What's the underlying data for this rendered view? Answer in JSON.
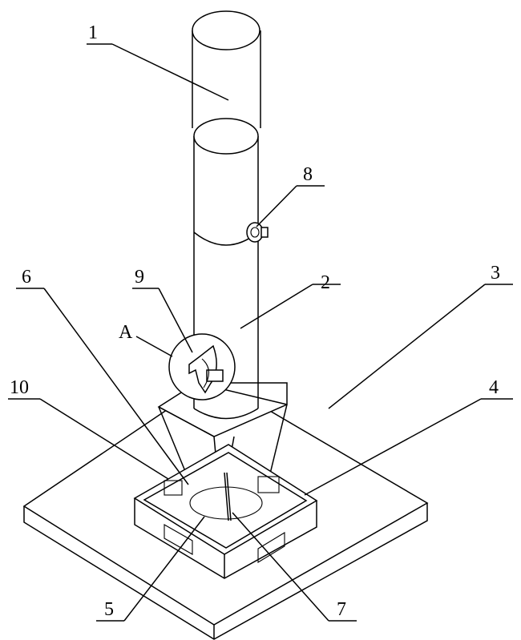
{
  "labels": {
    "n1": "1",
    "n2": "2",
    "n3": "3",
    "n4": "4",
    "n5": "5",
    "n6": "6",
    "n7": "7",
    "n8": "8",
    "n9": "9",
    "n10": "10",
    "detail": "A"
  }
}
